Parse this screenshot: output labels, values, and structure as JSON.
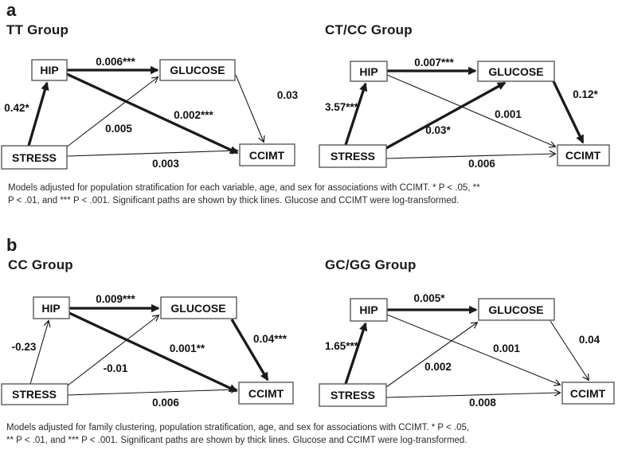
{
  "figure": {
    "panel_a_letter": "a",
    "panel_b_letter": "b",
    "caption_a": {
      "line1": "Models adjusted for population stratification for each variable, age, and sex  for associations with CCIMT.  * P < .05, **",
      "line2": "P < .01, and  *** P < .001. Significant paths are shown by thick lines. Glucose and CCIMT were  log-transformed."
    },
    "caption_b": {
      "line1": "Models adjusted for family clustering, population stratification,  age, and sex  for associations with CCIMT.  * P < .05,",
      "line2": "** P < .01, and  *** P < .001. Significant paths are shown by thick lines. Glucose and CCIMT were  log-transformed."
    }
  },
  "colors": {
    "line": "#1a1a1a",
    "box_border": "#5a5a5a",
    "background": "#ffffff"
  },
  "panels": [
    {
      "id": "tt",
      "title": "TT Group",
      "nodes": {
        "hip": "HIP",
        "glucose": "GLUCOSE",
        "stress": "STRESS",
        "ccimt": "CCIMT"
      },
      "paths": {
        "stress_hip": {
          "label": "0.42*",
          "weight": "thick"
        },
        "hip_glucose": {
          "label": "0.006***",
          "weight": "thick"
        },
        "hip_ccimt": {
          "label": "0.002***",
          "weight": "thick"
        },
        "stress_glucose": {
          "label": "0.005",
          "weight": "thin"
        },
        "glucose_ccimt": {
          "label": "0.03",
          "weight": "thin"
        },
        "stress_ccimt": {
          "label": "0.003",
          "weight": "thin"
        }
      }
    },
    {
      "id": "ctcc",
      "title": "CT/CC Group",
      "nodes": {
        "hip": "HIP",
        "glucose": "GLUCOSE",
        "stress": "STRESS",
        "ccimt": "CCIMT"
      },
      "paths": {
        "stress_hip": {
          "label": "3.57***",
          "weight": "thick"
        },
        "hip_glucose": {
          "label": "0.007***",
          "weight": "thick"
        },
        "hip_ccimt": {
          "label": "0.001",
          "weight": "thin"
        },
        "stress_glucose": {
          "label": "0.03*",
          "weight": "thick"
        },
        "glucose_ccimt": {
          "label": "0.12*",
          "weight": "thick"
        },
        "stress_ccimt": {
          "label": "0.006",
          "weight": "thin"
        }
      }
    },
    {
      "id": "cc",
      "title": "CC Group",
      "nodes": {
        "hip": "HIP",
        "glucose": "GLUCOSE",
        "stress": "STRESS",
        "ccimt": "CCIMT"
      },
      "paths": {
        "stress_hip": {
          "label": "-0.23",
          "weight": "thin"
        },
        "hip_glucose": {
          "label": "0.009***",
          "weight": "thick"
        },
        "hip_ccimt": {
          "label": "0.001**",
          "weight": "thick"
        },
        "stress_glucose": {
          "label": "-0.01",
          "weight": "thin"
        },
        "glucose_ccimt": {
          "label": "0.04***",
          "weight": "thick"
        },
        "stress_ccimt": {
          "label": "0.006",
          "weight": "thin"
        }
      }
    },
    {
      "id": "gcgg",
      "title": "GC/GG Group",
      "nodes": {
        "hip": "HIP",
        "glucose": "GLUCOSE",
        "stress": "STRESS",
        "ccimt": "CCIMT"
      },
      "paths": {
        "stress_hip": {
          "label": "1.65***",
          "weight": "thick"
        },
        "hip_glucose": {
          "label": "0.005*",
          "weight": "thick"
        },
        "hip_ccimt": {
          "label": "0.001",
          "weight": "thin"
        },
        "stress_glucose": {
          "label": "0.002",
          "weight": "thin"
        },
        "glucose_ccimt": {
          "label": "0.04",
          "weight": "thin"
        },
        "stress_ccimt": {
          "label": "0.008",
          "weight": "thin"
        }
      }
    }
  ]
}
